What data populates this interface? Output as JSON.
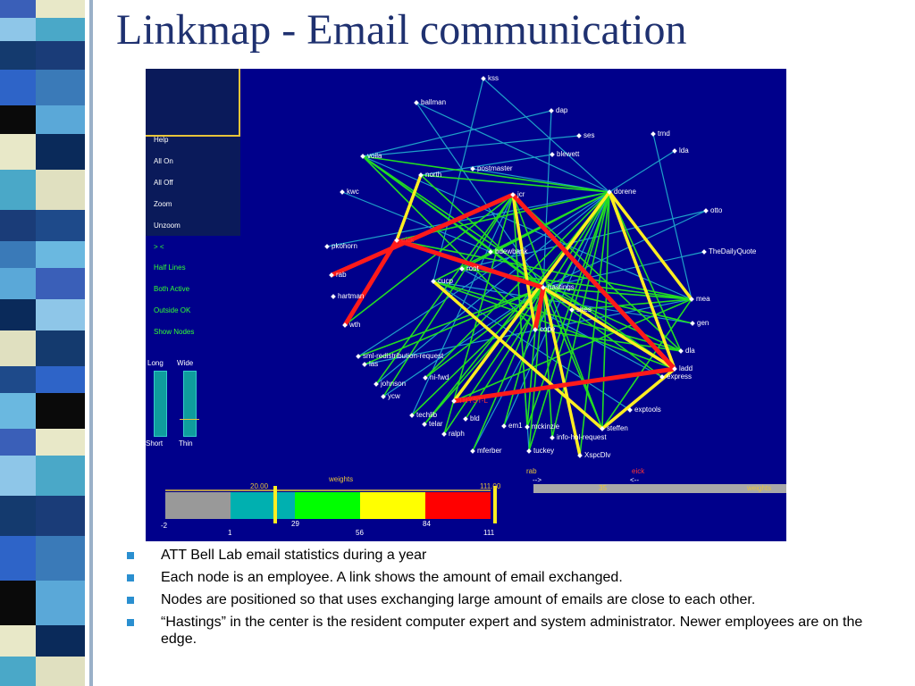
{
  "slide": {
    "title": "Linkmap - Email communication",
    "bullets": [
      "ATT Bell Lab email statistics during a year",
      "Each node is an employee. A link shows the amount of email exchanged.",
      "Nodes are positioned so that uses exchanging large amount of emails are close to each other.",
      "“Hastings” in the center is the resident computer expert and system administrator.  Newer employees are on the edge."
    ]
  },
  "stripe": {
    "colors": [
      "#3a5fb8",
      "#8ec6e8",
      "#143a6e",
      "#2e64c8",
      "#0a0a0a",
      "#e8e8c8",
      "#4aa8c8",
      "#1a3c78",
      "#3a7ab8",
      "#5aa8d8",
      "#0a2a5a",
      "#e0e0c0",
      "#1e4a8a",
      "#6ab8e0"
    ]
  },
  "controls": {
    "menu": [
      {
        "label": "Help",
        "style": "white"
      },
      {
        "label": "All On",
        "style": "white"
      },
      {
        "label": "All Off",
        "style": "white"
      },
      {
        "label": "Zoom",
        "style": "white"
      },
      {
        "label": "Unzoom",
        "style": "white"
      },
      {
        "label": "> <",
        "style": "green"
      },
      {
        "label": "Half Lines",
        "style": "green"
      },
      {
        "label": "Both Active",
        "style": "green"
      },
      {
        "label": "Outside OK",
        "style": "green"
      },
      {
        "label": "Show Nodes",
        "style": "green"
      }
    ],
    "slider_top_left": "Long",
    "slider_top_right": "Wide",
    "slider_bottom_left": "Short",
    "slider_bottom_right": "Thin"
  },
  "weights_bar": {
    "title": "weights",
    "min_marker": "20.00",
    "max_marker": "111.00",
    "ticks_top": [
      "29",
      "84"
    ],
    "ticks_bottom": [
      "-2",
      "1",
      "56",
      "111"
    ],
    "colors": [
      "#999999",
      "#00b0b0",
      "#00ff00",
      "#ffff00",
      "#ff0000"
    ]
  },
  "selection": {
    "left_name": "rab",
    "right_name": "eick",
    "left_arrow": "-->",
    "right_arrow": "<--",
    "value": "35",
    "label": "weights"
  },
  "nodes": [
    {
      "id": "kss",
      "label": "kss",
      "cls": ""
    },
    {
      "id": "ballman",
      "label": "ballman",
      "cls": ""
    },
    {
      "id": "dap",
      "label": "dap",
      "cls": ""
    },
    {
      "id": "trnd",
      "label": "trnd",
      "cls": ""
    },
    {
      "id": "ses",
      "label": "ses",
      "cls": ""
    },
    {
      "id": "lda",
      "label": "lda",
      "cls": ""
    },
    {
      "id": "blewett",
      "label": "blewett",
      "cls": ""
    },
    {
      "id": "voila",
      "label": "voila",
      "cls": ""
    },
    {
      "id": "postmaster",
      "label": "postmaster",
      "cls": ""
    },
    {
      "id": "north",
      "label": "north",
      "cls": ""
    },
    {
      "id": "jcr",
      "label": "jcr",
      "cls": ""
    },
    {
      "id": "dorene",
      "label": "dorene",
      "cls": ""
    },
    {
      "id": "kwc",
      "label": "kwc",
      "cls": ""
    },
    {
      "id": "otto",
      "label": "otto",
      "cls": ""
    },
    {
      "id": "pkohorn",
      "label": "pkohorn",
      "cls": ""
    },
    {
      "id": "eick",
      "label": "eick",
      "cls": "red"
    },
    {
      "id": "bdewbank",
      "label": "bdewbank",
      "cls": ""
    },
    {
      "id": "TheDailyQuote",
      "label": "TheDailyQuote",
      "cls": ""
    },
    {
      "id": "rab",
      "label": "rab",
      "cls": ""
    },
    {
      "id": "root",
      "label": "root",
      "cls": ""
    },
    {
      "id": "cucp",
      "label": "cucp",
      "cls": ""
    },
    {
      "id": "hastings",
      "label": "hastings",
      "cls": ""
    },
    {
      "id": "hartman",
      "label": "hartman",
      "cls": ""
    },
    {
      "id": "mea",
      "label": "mea",
      "cls": ""
    },
    {
      "id": "shes",
      "label": "shes",
      "cls": ""
    },
    {
      "id": "gen",
      "label": "gen",
      "cls": ""
    },
    {
      "id": "wth",
      "label": "wth",
      "cls": ""
    },
    {
      "id": "cope",
      "label": "cope",
      "cls": ""
    },
    {
      "id": "dla",
      "label": "dla",
      "cls": ""
    },
    {
      "id": "smlredist",
      "label": "sml-redistribution-request",
      "cls": ""
    },
    {
      "id": "las",
      "label": "las",
      "cls": ""
    },
    {
      "id": "ladd",
      "label": "ladd",
      "cls": ""
    },
    {
      "id": "express",
      "label": "express",
      "cls": ""
    },
    {
      "id": "johnson",
      "label": "johnson",
      "cls": ""
    },
    {
      "id": "nifwd",
      "label": "ni-fwd",
      "cls": ""
    },
    {
      "id": "ycw",
      "label": "ycw",
      "cls": ""
    },
    {
      "id": "thystl",
      "label": "THYST-L",
      "cls": "red"
    },
    {
      "id": "exptools",
      "label": "exptools",
      "cls": ""
    },
    {
      "id": "techlib",
      "label": "techlib",
      "cls": ""
    },
    {
      "id": "bld",
      "label": "bld",
      "cls": ""
    },
    {
      "id": "telar",
      "label": "telar",
      "cls": ""
    },
    {
      "id": "em1",
      "label": "em1",
      "cls": ""
    },
    {
      "id": "mckinzie",
      "label": "mckinzie",
      "cls": ""
    },
    {
      "id": "steffen",
      "label": "steffen",
      "cls": ""
    },
    {
      "id": "ralph",
      "label": "ralph",
      "cls": ""
    },
    {
      "id": "infohol",
      "label": "info-hol-request",
      "cls": ""
    },
    {
      "id": "mferber",
      "label": "mferber",
      "cls": ""
    },
    {
      "id": "tuckey",
      "label": "tuckey",
      "cls": ""
    },
    {
      "id": "xspcdiv",
      "label": "XspcDlv",
      "cls": ""
    }
  ]
}
